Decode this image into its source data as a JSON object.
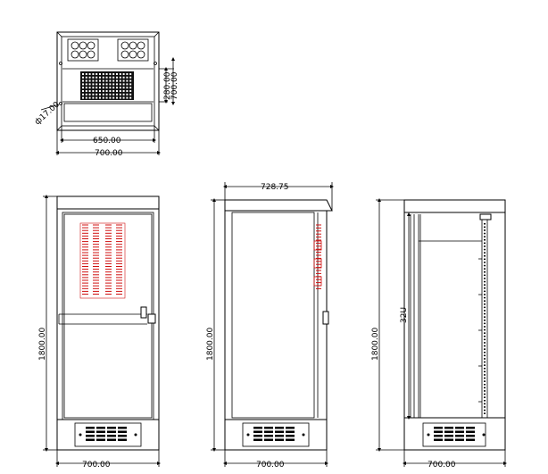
{
  "dimensions": {
    "top_inner_width": "650.00",
    "top_outer_width": "700.00",
    "top_side_depth": "700.00",
    "top_vent_offset": "280.00",
    "hole_diameter": "ф17.00",
    "front_width": "700.00",
    "front_height": "1800.00",
    "side_width": "700.00",
    "side_height": "1800.00",
    "side_top_width": "728.75",
    "rear_width": "700.00",
    "rear_height": "1800.00",
    "rack_units": "32U"
  },
  "colors": {
    "line": "#000000",
    "vent": "#d01010"
  }
}
